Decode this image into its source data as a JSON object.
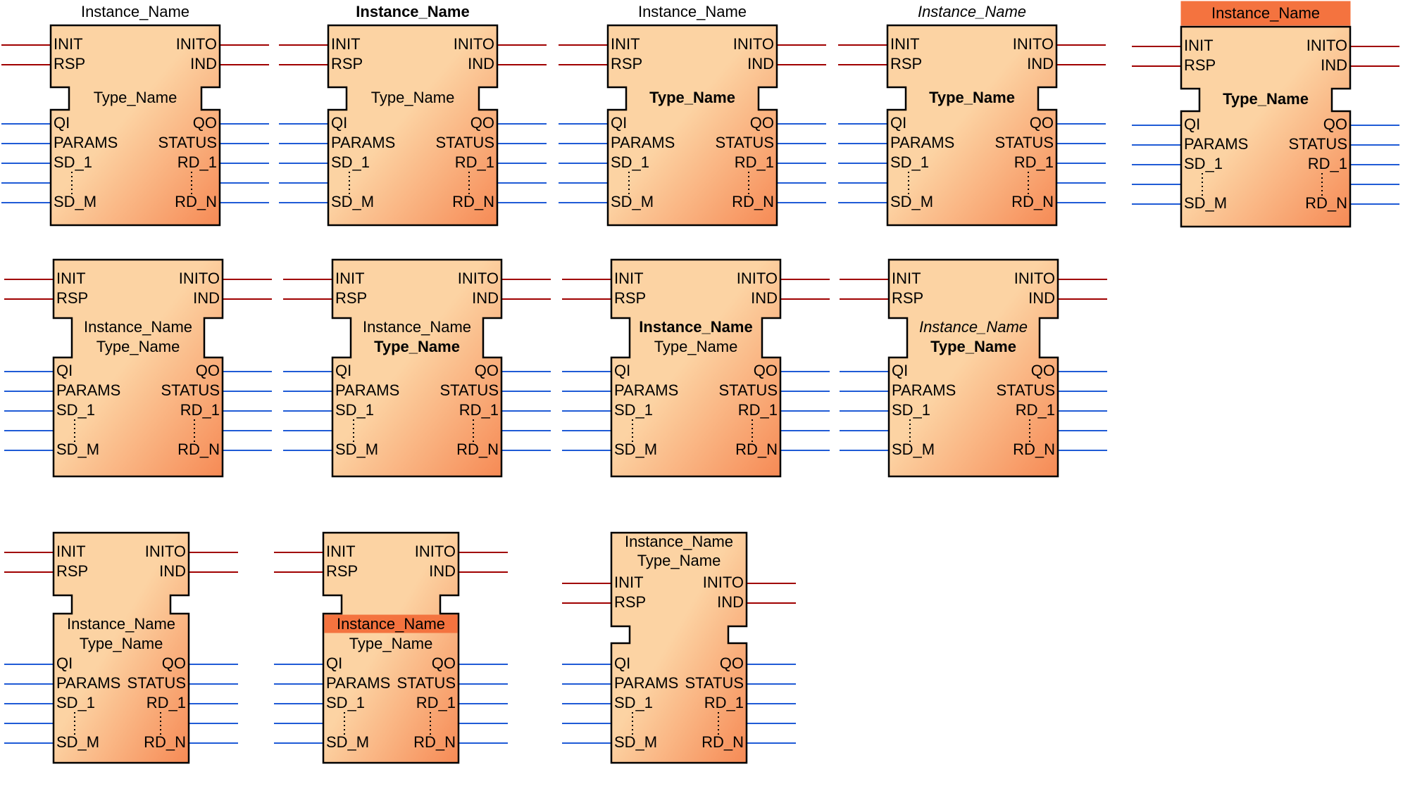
{
  "labels": {
    "instance": "Instance_Name",
    "type": "Type_Name",
    "event_inputs": [
      "INIT",
      "RSP"
    ],
    "event_outputs": [
      "INITO",
      "IND"
    ],
    "data_inputs": [
      "QI",
      "PARAMS",
      "SD_1",
      "SD_M"
    ],
    "data_outputs": [
      "QO",
      "STATUS",
      "RD_1",
      "RD_N"
    ]
  },
  "colors": {
    "event_line": "#a00000",
    "data_line": "#1f5bd6",
    "body_light": "#fcd3a3",
    "body_dark": "#f68a55",
    "header_highlight": "#f4733f",
    "outline": "#000000"
  },
  "blocks": [
    {
      "id": "r1c1",
      "instance_style": "normal",
      "type_style": "normal",
      "name_position": "above"
    },
    {
      "id": "r1c2",
      "instance_style": "bold",
      "type_style": "normal",
      "name_position": "above"
    },
    {
      "id": "r1c3",
      "instance_style": "normal",
      "type_style": "bold",
      "name_position": "above"
    },
    {
      "id": "r1c4",
      "instance_style": "italic",
      "type_style": "bold",
      "name_position": "above"
    },
    {
      "id": "r1c5",
      "instance_style": "normal",
      "type_style": "bold",
      "name_position": "above-highlighted"
    },
    {
      "id": "r2c1",
      "instance_style": "normal",
      "type_style": "normal",
      "name_position": "middle"
    },
    {
      "id": "r2c2",
      "instance_style": "normal",
      "type_style": "bold",
      "name_position": "middle"
    },
    {
      "id": "r2c3",
      "instance_style": "bold",
      "type_style": "normal",
      "name_position": "middle"
    },
    {
      "id": "r2c4",
      "instance_style": "italic",
      "type_style": "bold",
      "name_position": "middle"
    },
    {
      "id": "r3c1",
      "instance_style": "normal",
      "type_style": "normal",
      "name_position": "below-waist"
    },
    {
      "id": "r3c2",
      "instance_style": "normal",
      "type_style": "normal",
      "name_position": "below-waist-highlighted"
    },
    {
      "id": "r3c3",
      "instance_style": "normal",
      "type_style": "normal",
      "name_position": "top"
    }
  ]
}
